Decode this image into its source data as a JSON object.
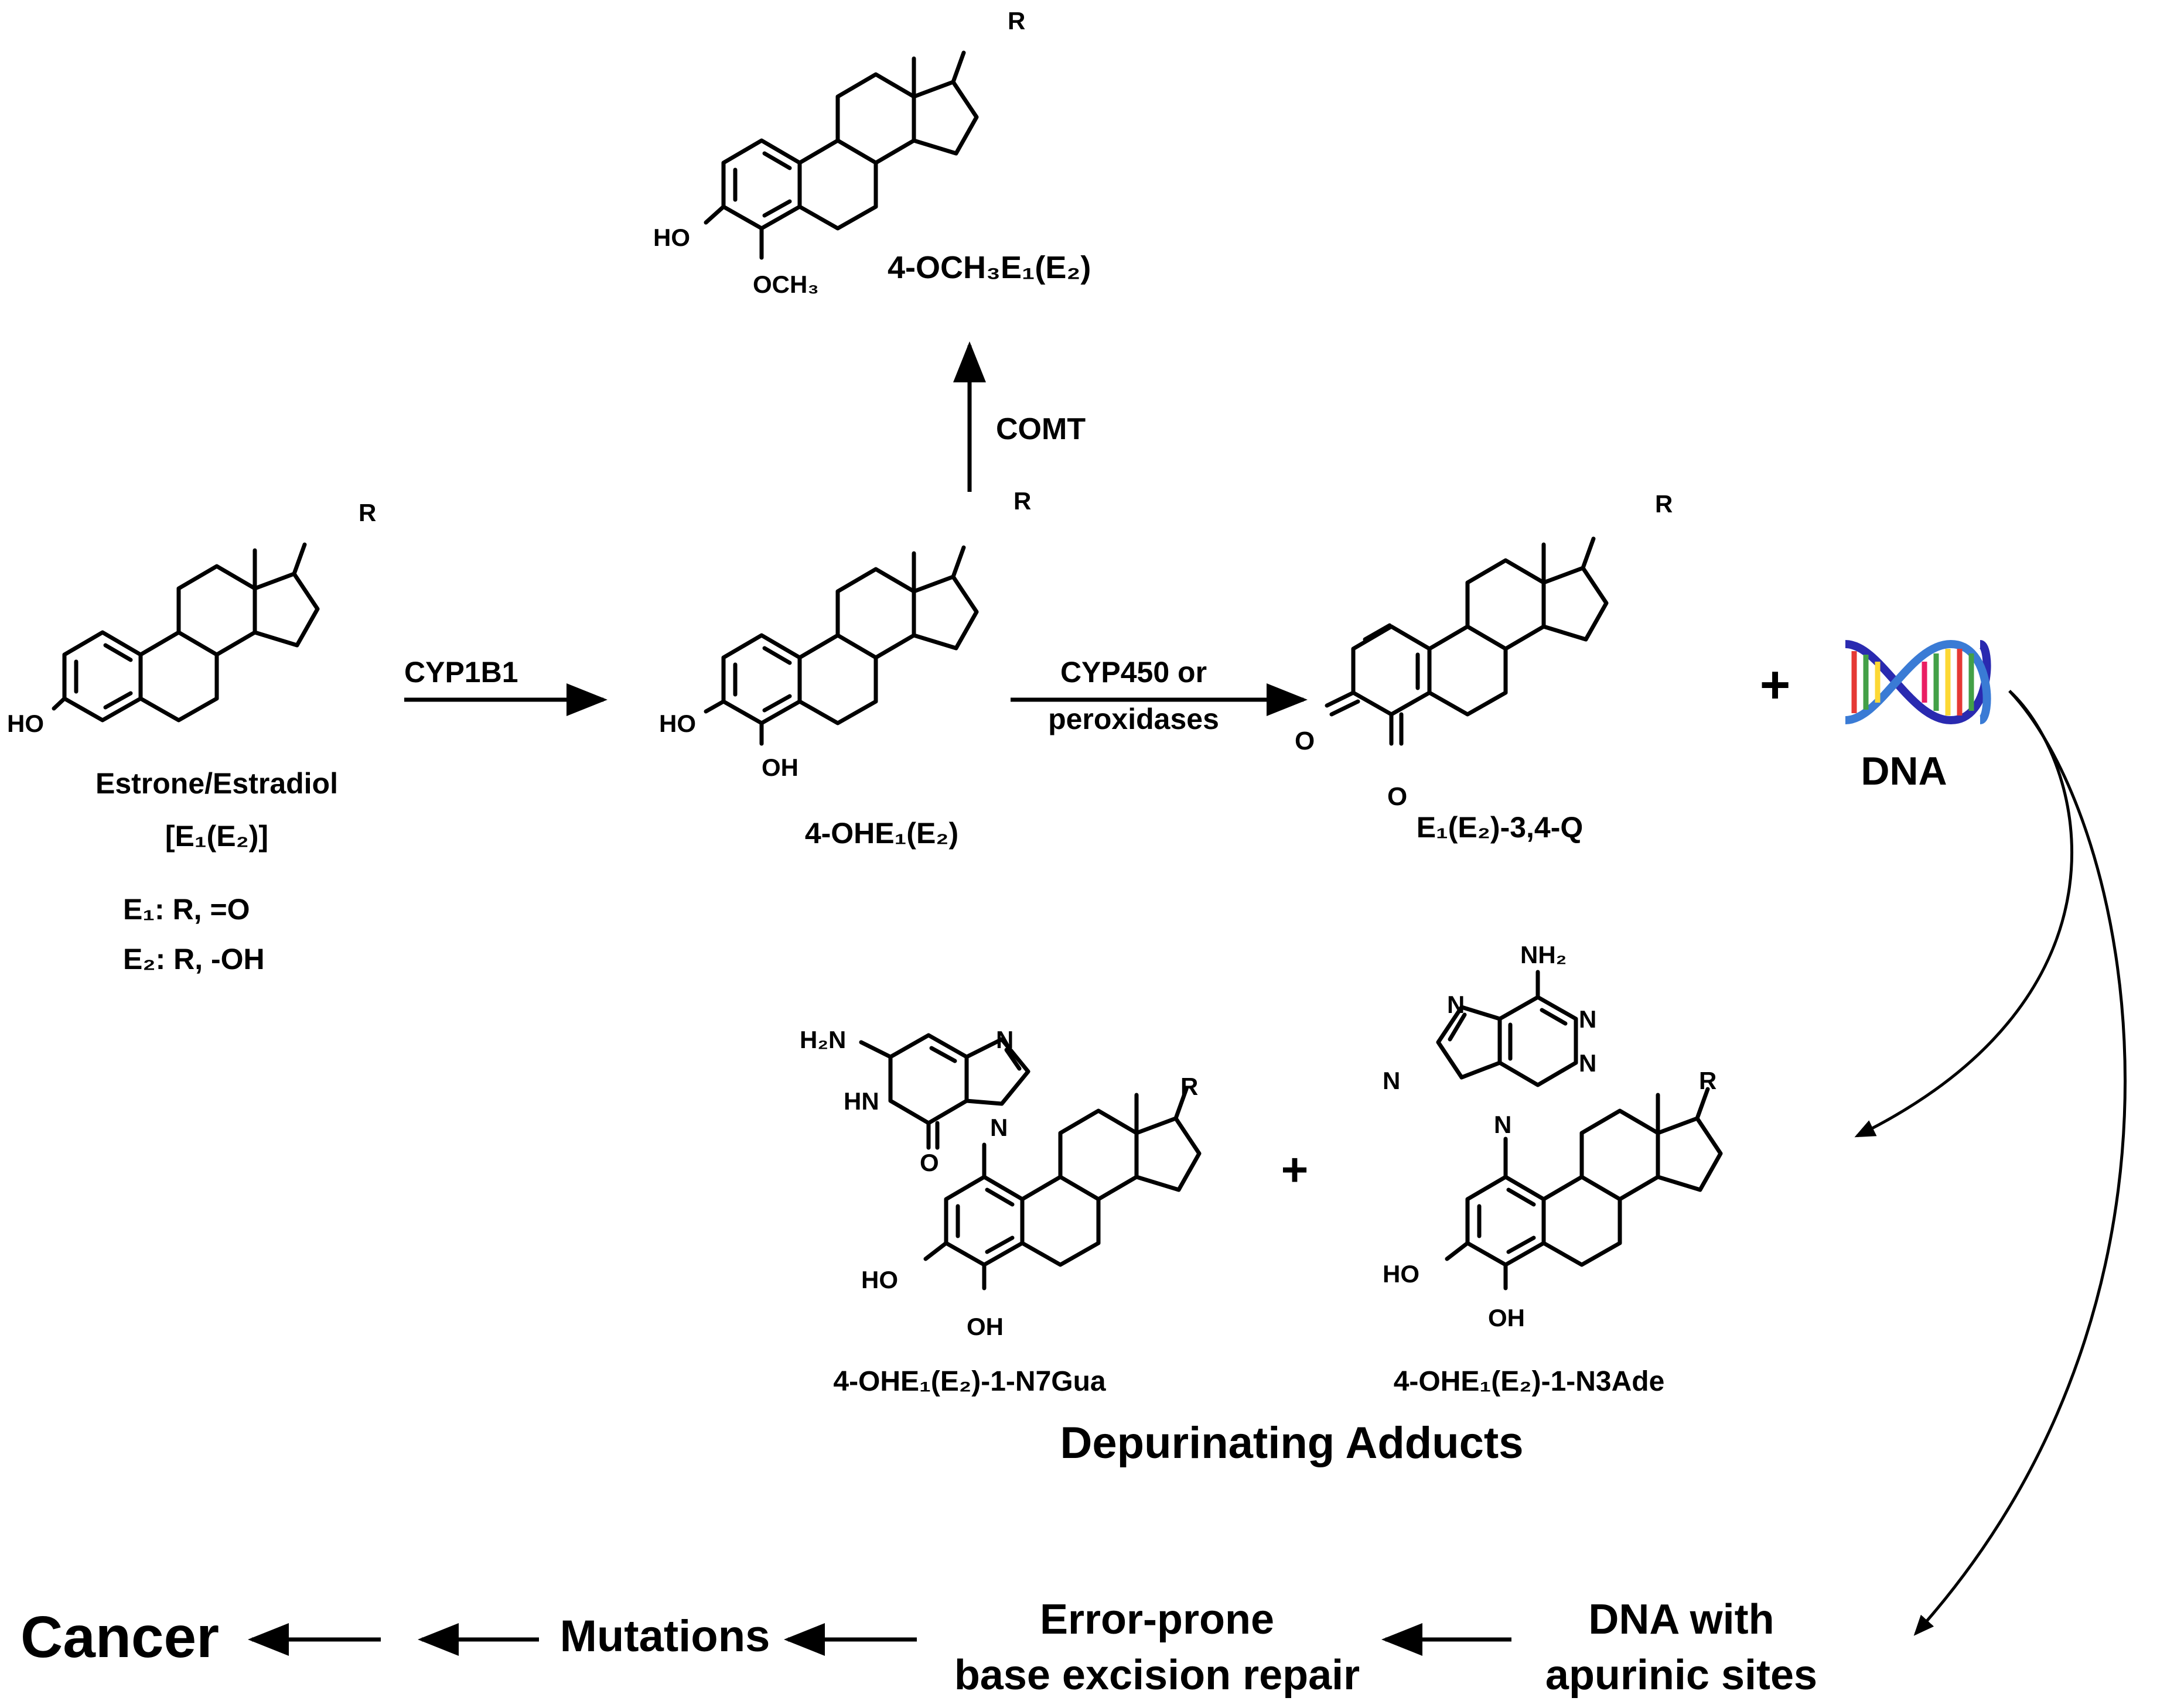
{
  "pathway": {
    "estradiol": {
      "name": "Estrone/Estradiol",
      "abbrev": "[E₁(E₂)]",
      "e1_def": "E₁: R, =O",
      "e2_def": "E₂: R, -OH",
      "r_group": "R",
      "ho_label": "HO"
    },
    "catechol": {
      "name": "4-OHE₁(E₂)",
      "r_group": "R",
      "ho_label": "HO",
      "oh_label": "OH"
    },
    "methoxy": {
      "name": "4-OCH₃E₁(E₂)",
      "r_group": "R",
      "ho_label": "HO",
      "och3_label": "OCH₃"
    },
    "quinone": {
      "name": "E₁(E₂)-3,4-Q",
      "r_group": "R",
      "o_label_1": "O",
      "o_label_2": "O"
    },
    "enzymes": {
      "cyp1b1": "CYP1B1",
      "comt": "COMT",
      "cyp450_line1": "CYP450 or",
      "cyp450_line2": "peroxidases"
    },
    "dna": {
      "plus": "+",
      "label": "DNA"
    },
    "adducts": {
      "n7gua": {
        "name": "4-OHE₁(E₂)-1-N7Gua",
        "h2n": "H₂N",
        "hn": "HN",
        "n_a": "N",
        "n_b": "N",
        "o": "O",
        "r_group": "R",
        "ho_label": "HO",
        "oh_label": "OH"
      },
      "plus": "+",
      "n3ade": {
        "name": "4-OHE₁(E₂)-1-N3Ade",
        "nh2": "NH₂",
        "n1": "N",
        "n2": "N",
        "n3": "N",
        "n4": "N",
        "n5": "N",
        "r_group": "R",
        "ho_label": "HO",
        "oh_label": "OH"
      },
      "title": "Depurinating Adducts"
    },
    "outcome": {
      "apurinic_line1": "DNA with",
      "apurinic_line2": "apurinic sites",
      "repair_line1": "Error-prone",
      "repair_line2": "base excision repair",
      "mutations": "Mutations",
      "cancer": "Cancer"
    }
  }
}
